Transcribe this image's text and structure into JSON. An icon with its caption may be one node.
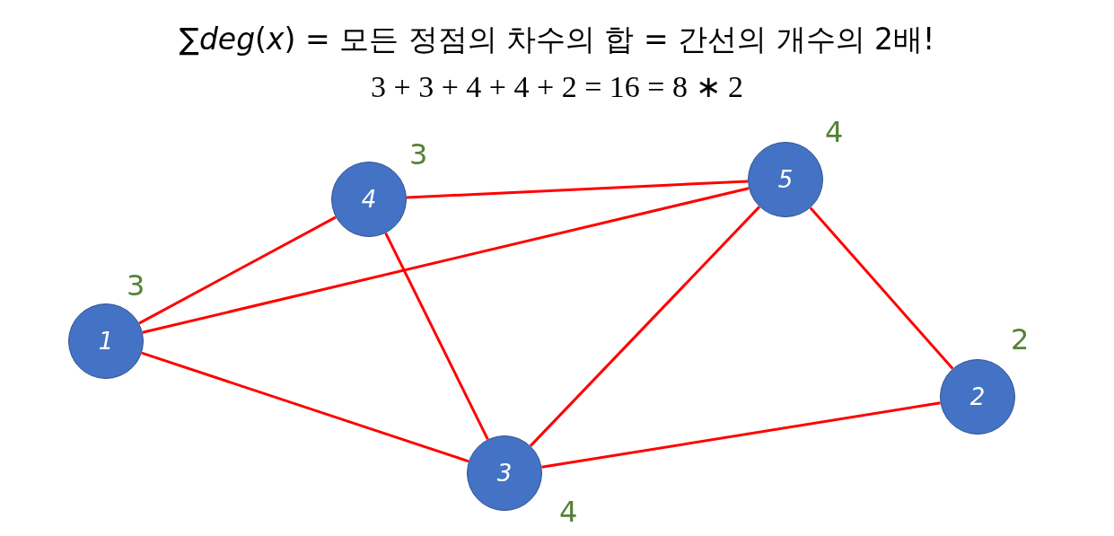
{
  "diagram": {
    "title": "∑*deg*(*x*) = 모든 정점의 차수의 합 = 간선의 개수의 2배!",
    "nodes": [
      {
        "text": [
          "1"
        ],
        "beside": [
          "3"
        ]
      },
      {
        "text": [
          "2"
        ],
        "beside": [
          "2"
        ]
      },
      {
        "text": [
          "3"
        ],
        "beside": [
          "4"
        ]
      },
      {
        "text": [
          "4"
        ],
        "beside": [
          "3"
        ]
      },
      {
        "text": [
          "5"
        ],
        "beside": [
          "4"
        ]
      }
    ],
    "edges": [
      {
        "from": 0,
        "to": 3,
        "arrow": "none"
      },
      {
        "from": 0,
        "to": 4,
        "arrow": "none"
      },
      {
        "from": 0,
        "to": 2,
        "arrow": "none"
      },
      {
        "from": 3,
        "to": 4,
        "arrow": "none"
      },
      {
        "from": 3,
        "to": 2,
        "arrow": "none"
      },
      {
        "from": 4,
        "to": 2,
        "arrow": "none"
      },
      {
        "from": 4,
        "to": 1,
        "arrow": "none"
      },
      {
        "from": 2,
        "to": 1,
        "arrow": "none"
      }
    ],
    "labels": [
      "3 + 3 + 4 + 4 + 2 = 16 = 8 ∗ 2"
    ]
  }
}
